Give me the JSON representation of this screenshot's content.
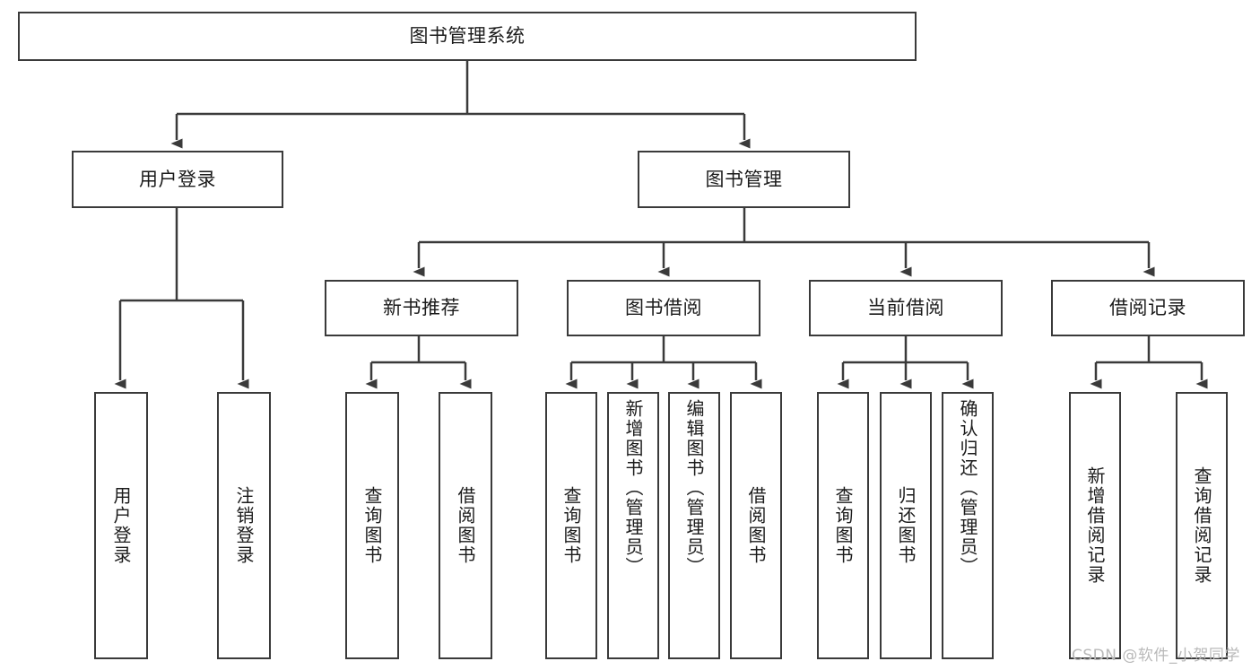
{
  "diagram": {
    "title": "图书管理系统",
    "root": {
      "label": "图书管理系统"
    },
    "level1": [
      {
        "label": "用户登录"
      },
      {
        "label": "图书管理"
      }
    ],
    "level2": [
      {
        "label": "新书推荐"
      },
      {
        "label": "图书借阅"
      },
      {
        "label": "当前借阅"
      },
      {
        "label": "借阅记录"
      }
    ],
    "leaves": {
      "user_login": [
        {
          "label": "用户登录"
        },
        {
          "label": "注销登录"
        }
      ],
      "new_book": [
        {
          "label": "查询图书"
        },
        {
          "label": "借阅图书"
        }
      ],
      "borrow_book": [
        {
          "label": "查询图书"
        },
        {
          "label": "新增图书（管理员）"
        },
        {
          "label": "编辑图书（管理员）"
        },
        {
          "label": "借阅图书"
        }
      ],
      "current_borrow": [
        {
          "label": "查询图书"
        },
        {
          "label": "归还图书"
        },
        {
          "label": "确认归还（管理员）"
        }
      ],
      "borrow_record": [
        {
          "label": "新增借阅记录"
        },
        {
          "label": "查询借阅记录"
        }
      ]
    }
  },
  "watermark": {
    "text": "CSDN @软件_小贺同学"
  },
  "colors": {
    "stroke": "#3a3a3a",
    "background": "#ffffff",
    "text": "#1b1b1b",
    "watermark": "#b9b9b9"
  }
}
